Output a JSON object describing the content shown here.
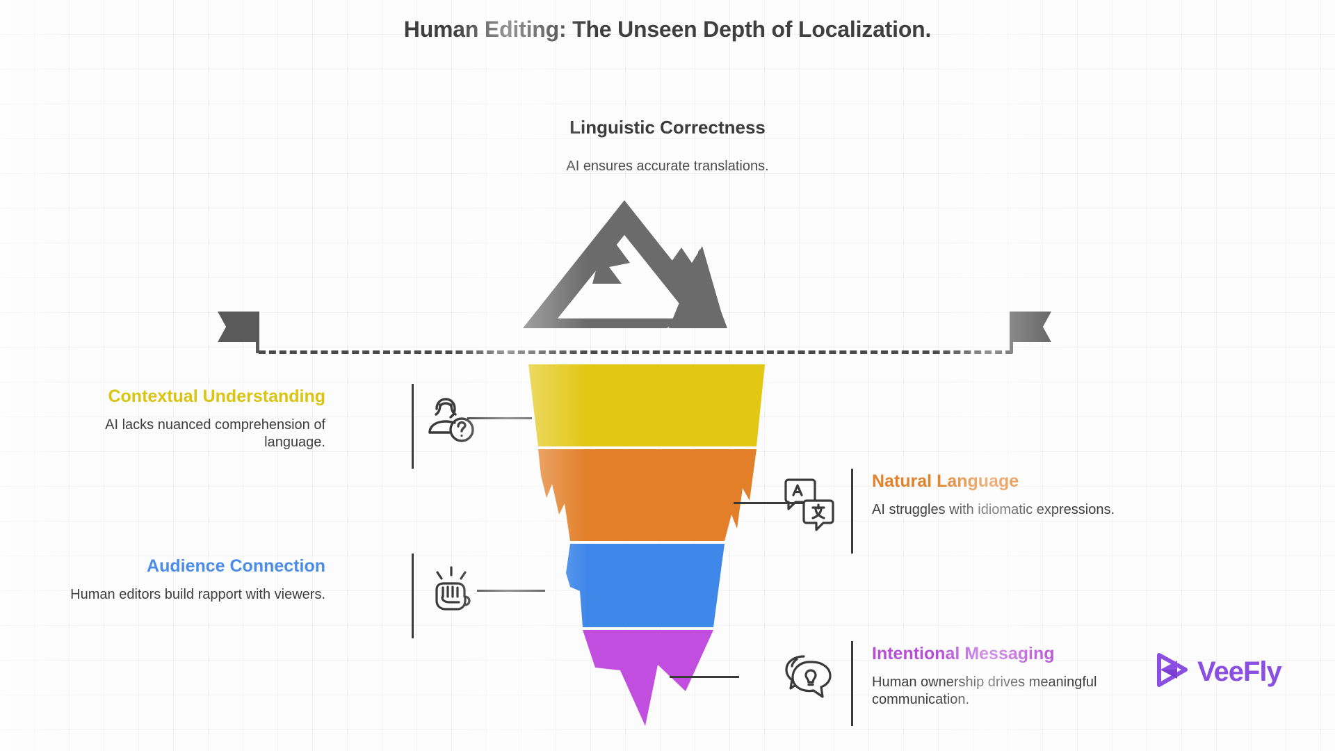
{
  "page": {
    "title": "Human Editing: The Unseen Depth of Localization."
  },
  "top_stage": {
    "heading": "Linguistic Correctness",
    "description": "AI ensures accurate translations.",
    "icon": "mountain-icon",
    "waterline_icon_left": "flag-icon",
    "waterline_icon_right": "flag-icon"
  },
  "colors": {
    "yellow": "#e2c713",
    "orange": "#e27f28",
    "blue": "#3f87e8",
    "purple": "#c24ee0",
    "heading_gray": "#3f3f3f",
    "body_gray": "#3d3d3d",
    "logo_purple": "#8a4fe0"
  },
  "stages": [
    {
      "key": "contextual",
      "title": "Contextual Understanding",
      "description": "AI lacks nuanced comprehension of language.",
      "color": "#d9c40f",
      "side": "left",
      "icon": "person-question-icon"
    },
    {
      "key": "natural",
      "title": "Natural Language",
      "description": "AI struggles with idiomatic expressions.",
      "color": "#e2822b",
      "side": "right",
      "icon": "translate-icon"
    },
    {
      "key": "audience",
      "title": "Audience Connection",
      "description": "Human editors build rapport with viewers.",
      "color": "#4a8ce8",
      "side": "left",
      "icon": "fist-bump-icon"
    },
    {
      "key": "intentional",
      "title": "Intentional Messaging",
      "description": "Human ownership drives meaningful communication.",
      "color": "#b44ed6",
      "side": "right",
      "icon": "idea-message-icon"
    }
  ],
  "funnel": {
    "segments": [
      {
        "label": "Contextual Understanding",
        "color": "#e2c713"
      },
      {
        "label": "Natural Language",
        "color": "#e27f28"
      },
      {
        "label": "Audience Connection",
        "color": "#3f87e8"
      },
      {
        "label": "Intentional Messaging",
        "color": "#c24ee0"
      }
    ]
  },
  "branding": {
    "name": "VeeFly",
    "icon": "veefly-play-logo"
  }
}
